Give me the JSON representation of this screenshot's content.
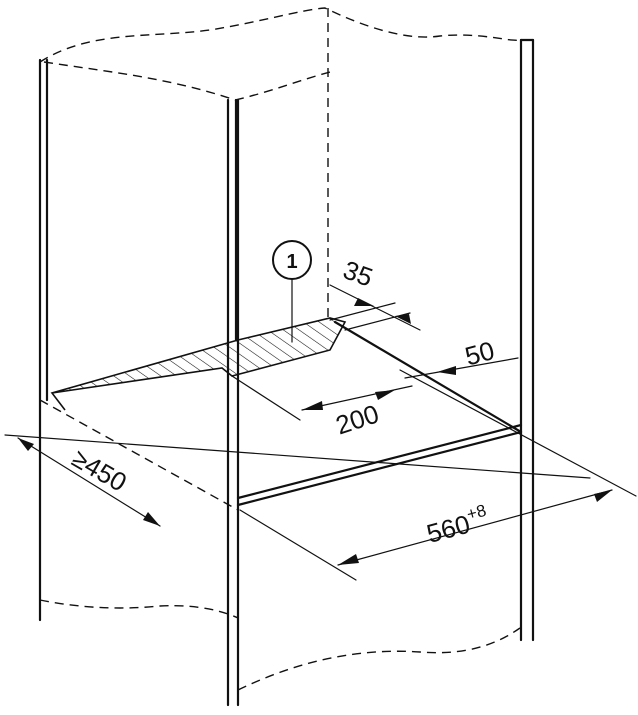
{
  "diagram": {
    "callout_number": "1",
    "dimensions": {
      "top_depth": "35",
      "front_offset": "50",
      "cutout_width": "200",
      "min_depth_prefix": "≥",
      "min_depth_value": "450",
      "niche_width": "560",
      "niche_width_tolerance": "+8"
    }
  }
}
